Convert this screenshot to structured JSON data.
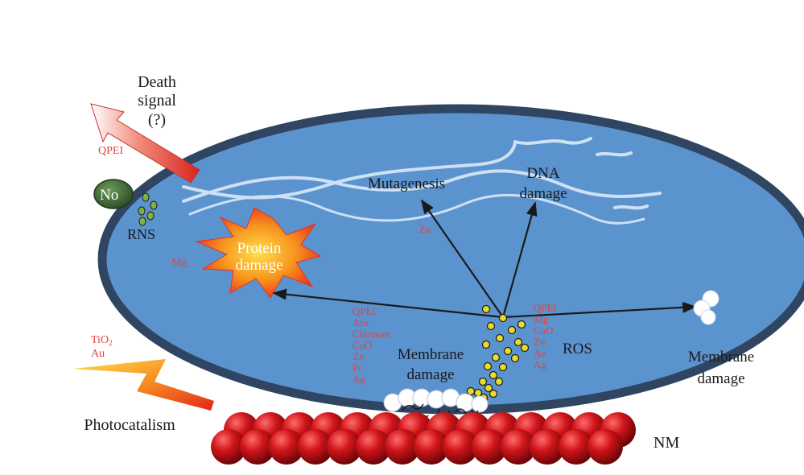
{
  "labels": {
    "death_signal_line1": "Death",
    "death_signal_line2": "signal",
    "death_signal_line3": "(?)",
    "qpei_arrow": "QPEI",
    "no_badge": "No",
    "rns": "RNS",
    "mg_protein": "Mg",
    "protein_line1": "Protein",
    "protein_line2": "damage",
    "mutagenesis": "Mutagenesis",
    "zn_mutagenesis": "Zn",
    "dna_line1": "DNA",
    "dna_line2": "damage",
    "membrane_left_line1": "Membrane",
    "membrane_left_line2": "damage",
    "ros": "ROS",
    "membrane_right_line1": "Membrane",
    "membrane_right_line2": "damage",
    "tio2_base": "TiO",
    "tio2_sub": "2",
    "au_photo": "Au",
    "photocatalism": "Photocatalism",
    "nm": "NM"
  },
  "left_agents": [
    "QPEI",
    "Alu",
    "Chitosan",
    "CuO",
    "Zn",
    "Pt",
    "Ag"
  ],
  "right_agents": [
    "QPEI",
    "Mg",
    "CuO",
    "Zn",
    "Au",
    "Ag"
  ],
  "colors": {
    "cell_fill": "#5b93cf",
    "cell_border": "#2f4562",
    "agent_text": "#e0443f",
    "nanoparticle": "#d0151b",
    "ros_dot": "#d9d41e",
    "rns_dot": "#6fa836",
    "no_badge": "#3d6b32"
  }
}
